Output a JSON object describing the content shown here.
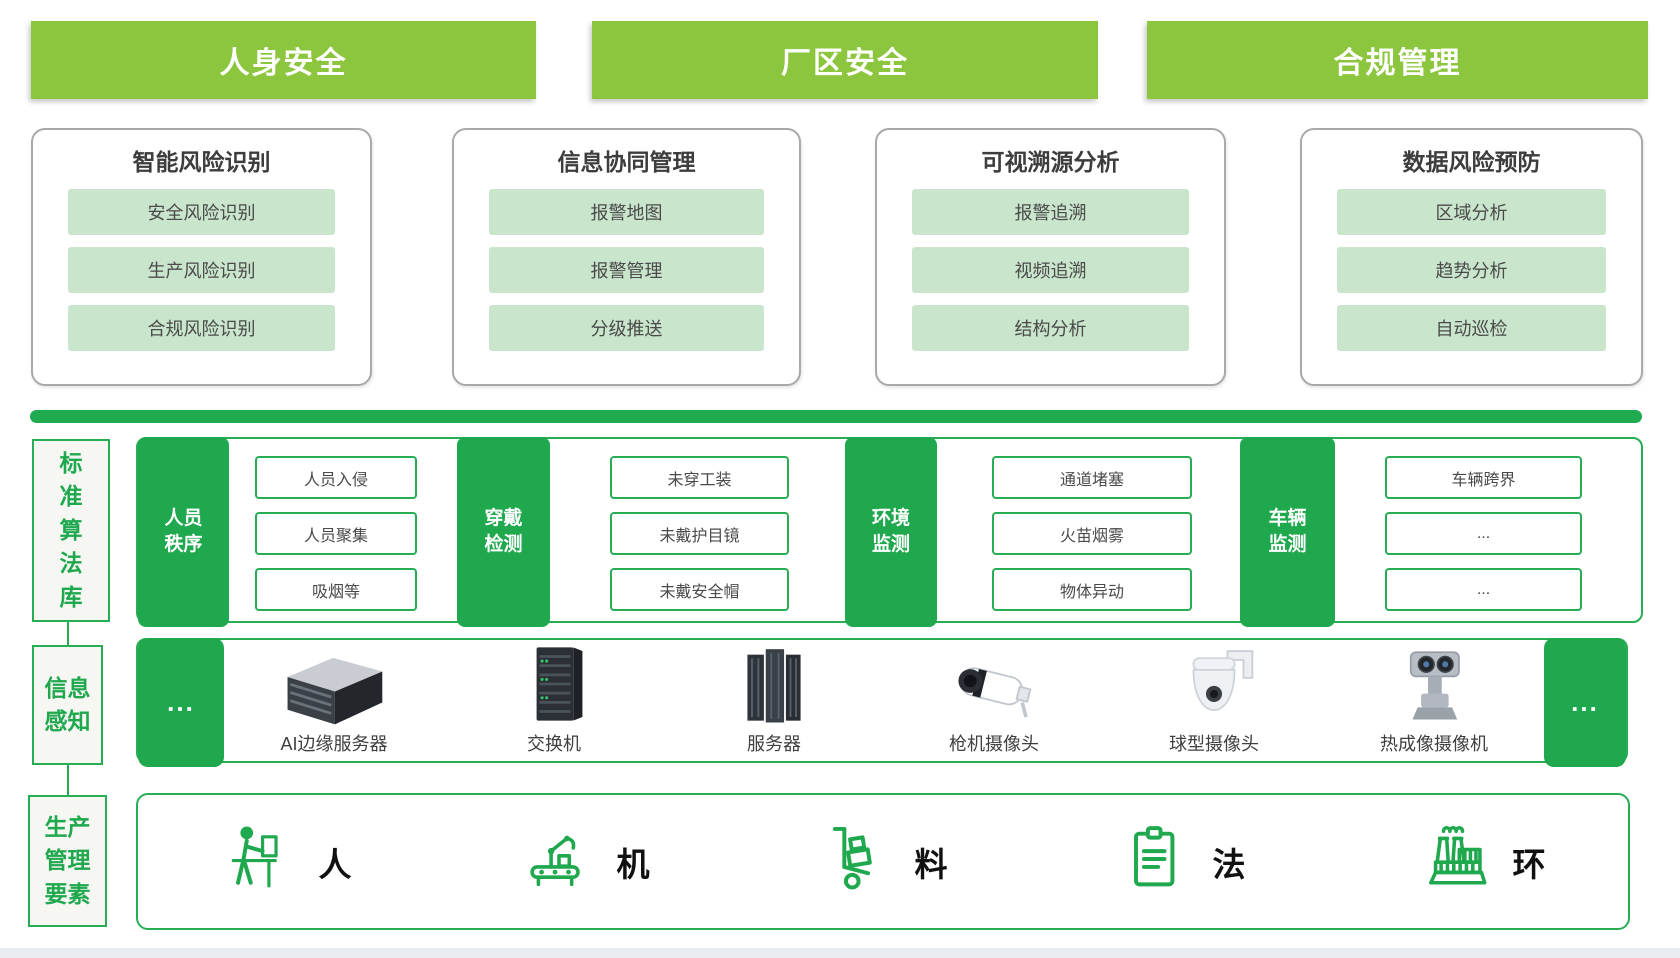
{
  "colors": {
    "banner_green": "#8CC63F",
    "primary_green": "#1FA84D",
    "pill_green": "#C9E5CB",
    "border_gray": "#A9A9A9",
    "label_bg": "#F6F6F3",
    "bottom_strip": "#E9EDF1"
  },
  "banners": [
    {
      "label": "人身安全"
    },
    {
      "label": "厂区安全"
    },
    {
      "label": "合规管理"
    }
  ],
  "feature_boxes": [
    {
      "title": "智能风险识别",
      "items": [
        "安全风险识别",
        "生产风险识别",
        "合规风险识别"
      ]
    },
    {
      "title": "信息协同管理",
      "items": [
        "报警地图",
        "报警管理",
        "分级推送"
      ]
    },
    {
      "title": "可视溯源分析",
      "items": [
        "报警追溯",
        "视频追溯",
        "结构分析"
      ]
    },
    {
      "title": "数据风险预防",
      "items": [
        "区域分析",
        "趋势分析",
        "自动巡检"
      ]
    }
  ],
  "algorithm_section": {
    "side_label": "标准算法库",
    "groups": [
      {
        "name": "人员秩序",
        "items": [
          "人员入侵",
          "人员聚集",
          "吸烟等"
        ]
      },
      {
        "name": "穿戴检测",
        "items": [
          "未穿工装",
          "未戴护目镜",
          "未戴安全帽"
        ]
      },
      {
        "name": "环境监测",
        "items": [
          "通道堵塞",
          "火苗烟雾",
          "物体异动"
        ]
      },
      {
        "name": "车辆监测",
        "items": [
          "车辆跨界",
          "...",
          "..."
        ]
      }
    ]
  },
  "perception_section": {
    "side_label": "信息感知",
    "ellipsis": "...",
    "devices": [
      {
        "label": "AI边缘服务器",
        "icon": "edge-server-icon"
      },
      {
        "label": "交换机",
        "icon": "switch-icon"
      },
      {
        "label": "服务器",
        "icon": "server-icon"
      },
      {
        "label": "枪机摄像头",
        "icon": "bullet-camera-icon"
      },
      {
        "label": "球型摄像头",
        "icon": "dome-camera-icon"
      },
      {
        "label": "热成像摄像机",
        "icon": "thermal-camera-icon"
      }
    ]
  },
  "elements_section": {
    "side_label": "生产管理要素",
    "elements": [
      {
        "label": "人",
        "icon": "person-workstation-icon"
      },
      {
        "label": "机",
        "icon": "machine-arm-icon"
      },
      {
        "label": "料",
        "icon": "material-cart-icon"
      },
      {
        "label": "法",
        "icon": "method-clipboard-icon"
      },
      {
        "label": "环",
        "icon": "environment-factory-icon"
      }
    ]
  }
}
